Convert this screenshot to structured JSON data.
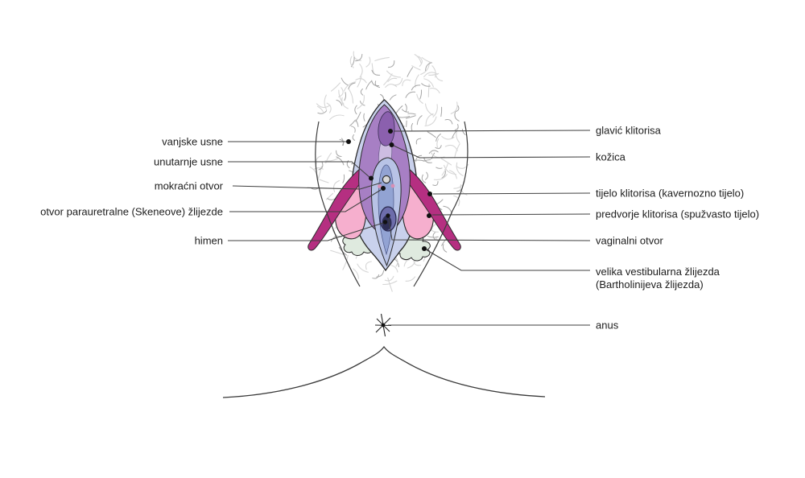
{
  "figure": {
    "subject": "vulva-anatomy-diagram",
    "language": "hr",
    "labels": [
      {
        "id": "vanjske-usne",
        "side": "left",
        "text": "vanjske usne"
      },
      {
        "id": "unutarnje-usne",
        "side": "left",
        "text": "unutarnje usne"
      },
      {
        "id": "mokracni-otvor",
        "side": "left",
        "text": "mokraćni otvor"
      },
      {
        "id": "otvor-parauretralne",
        "side": "left",
        "text": "otvor parauretralne (Skeneove) žlijezde"
      },
      {
        "id": "himen",
        "side": "left",
        "text": "himen"
      },
      {
        "id": "glavic-klitorisa",
        "side": "right",
        "text": "glavić klitorisa"
      },
      {
        "id": "kozica",
        "side": "right",
        "text": "kožica"
      },
      {
        "id": "tijelo-klitorisa",
        "side": "right",
        "text": "tijelo klitorisa (kavernozno tijelo)"
      },
      {
        "id": "predvorje-klitorisa",
        "side": "right",
        "text": "predvorje klitorisa (spužvasto tijelo)"
      },
      {
        "id": "vaginalni-otvor",
        "side": "right",
        "text": "vaginalni otvor"
      },
      {
        "id": "velika-vestibularna",
        "side": "right",
        "text": "velika vestibularna žlijezda",
        "text2": "(Bartholinijeva žlijezda)"
      },
      {
        "id": "anus",
        "side": "right",
        "text": "anus"
      }
    ],
    "palette": {
      "outer_labia": "#c9d1ec",
      "hood": "#a77fc4",
      "inner_hood": "#cdbde2",
      "glans": "#8b60ae",
      "vestibule": "#b8c3e6",
      "vestibule_core": "#92a3d3",
      "crura": "#b52f81",
      "bulbs": "#f6afce",
      "bartholin_gland": "#dfeadf",
      "vaginal_opening": "#6d6dab",
      "vaginal_inner": "#2e2e55",
      "urethra": "#d8d8d8",
      "skene_dots": "#d98fb5",
      "outline": "#2b2b2b",
      "leader": "#3f3f3f",
      "hair": "#a6a6a6",
      "hair_light": "#d6d6d6",
      "text": "#1c1c1c"
    }
  }
}
